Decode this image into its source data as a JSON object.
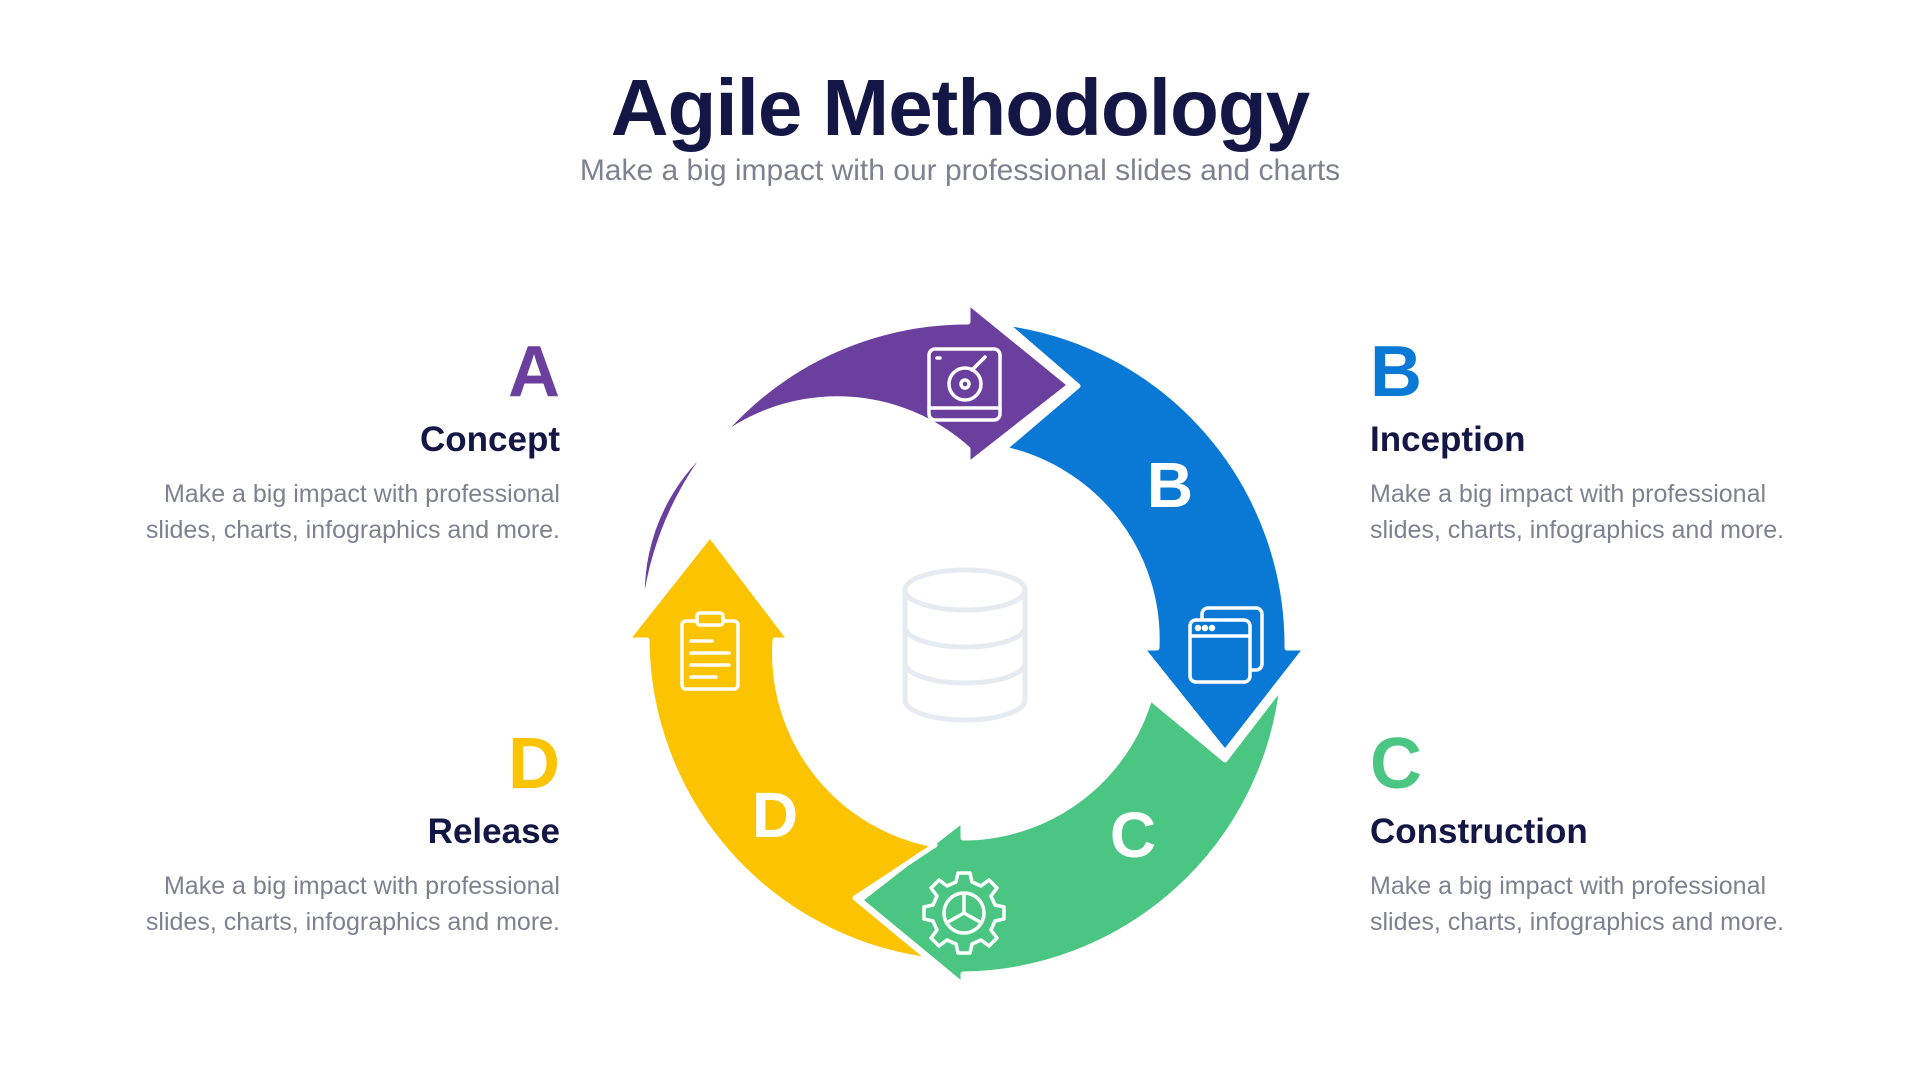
{
  "header": {
    "title": "Agile Methodology",
    "subtitle": "Make a big impact with our professional slides and charts"
  },
  "colors": {
    "title": "#141646",
    "text_muted": "#7f8090",
    "purple": "#6b3f9e",
    "blue": "#0a78d5",
    "green": "#4bc682",
    "yellow": "#fbc300",
    "center_icon": "#e6ebf1"
  },
  "steps": [
    {
      "letter": "A",
      "title": "Concept",
      "description_line1": "Make a big impact with professional",
      "description_line2": "slides, charts, infographics and more.",
      "color": "#6b3f9e",
      "icon": "hard-drive-icon"
    },
    {
      "letter": "B",
      "title": "Inception",
      "description_line1": "Make a big impact with professional",
      "description_line2": "slides, charts, infographics and more.",
      "color": "#0a78d5",
      "icon": "browser-windows-icon"
    },
    {
      "letter": "C",
      "title": "Construction",
      "description_line1": "Make a big impact with professional",
      "description_line2": "slides, charts, infographics and more.",
      "color": "#4bc682",
      "icon": "gear-icon"
    },
    {
      "letter": "D",
      "title": "Release",
      "description_line1": "Make a big impact with professional",
      "description_line2": "slides, charts, infographics and more.",
      "color": "#fbc300",
      "icon": "clipboard-icon"
    }
  ],
  "center": {
    "icon": "database-icon"
  }
}
